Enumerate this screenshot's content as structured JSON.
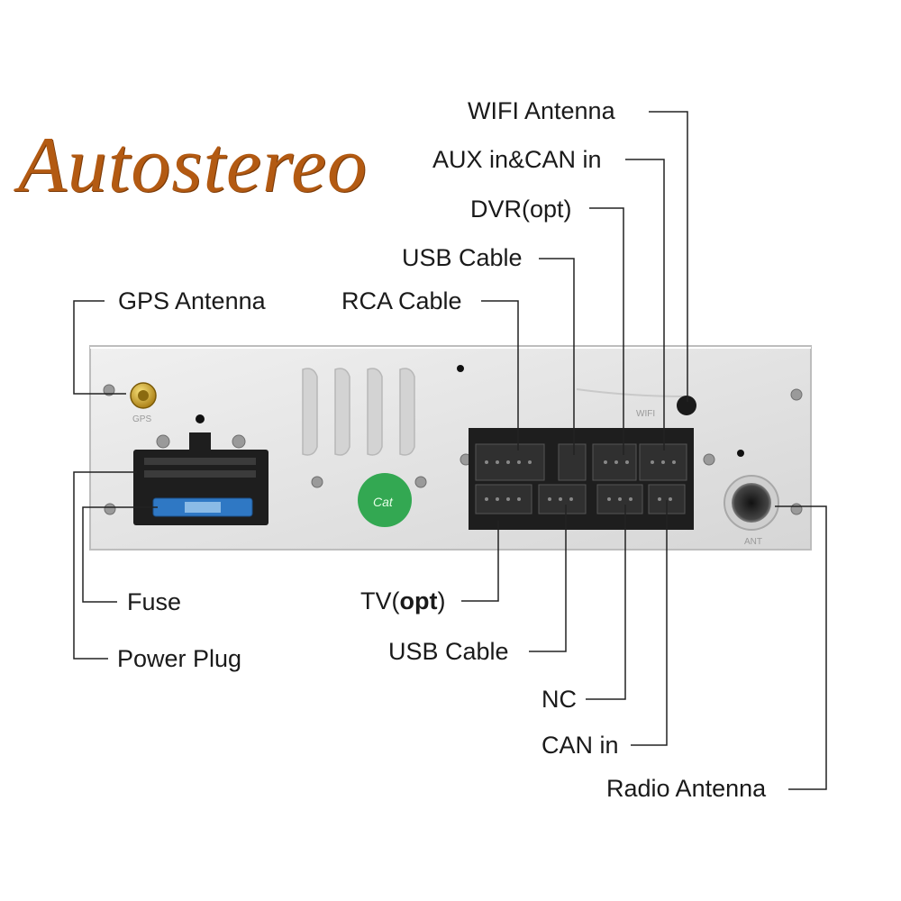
{
  "brand": {
    "text": "Autostereo",
    "color": "#b35a12"
  },
  "labels": {
    "wifi_antenna": "WIFI Antenna",
    "aux_can_in": "AUX in&CAN in",
    "dvr_opt": "DVR(opt)",
    "usb_cable_top": "USB Cable",
    "gps_antenna": "GPS Antenna",
    "rca_cable": "RCA Cable",
    "fuse": "Fuse",
    "power_plug": "Power Plug",
    "tv_prefix": "TV(",
    "tv_bold": "opt",
    "tv_suffix": ")",
    "usb_cable_bottom": "USB Cable",
    "nc": "NC",
    "can_in": "CAN in",
    "radio_antenna": "Radio Antenna"
  },
  "panel_marks": {
    "gps": "GPS",
    "wifi": "WIFI",
    "ant": "ANT"
  },
  "colors": {
    "panel": "#e2e2e2",
    "connector": "#1e1e1e",
    "leader": "#222222",
    "fuse": "#2f78c4",
    "sticker": "#33a852"
  }
}
